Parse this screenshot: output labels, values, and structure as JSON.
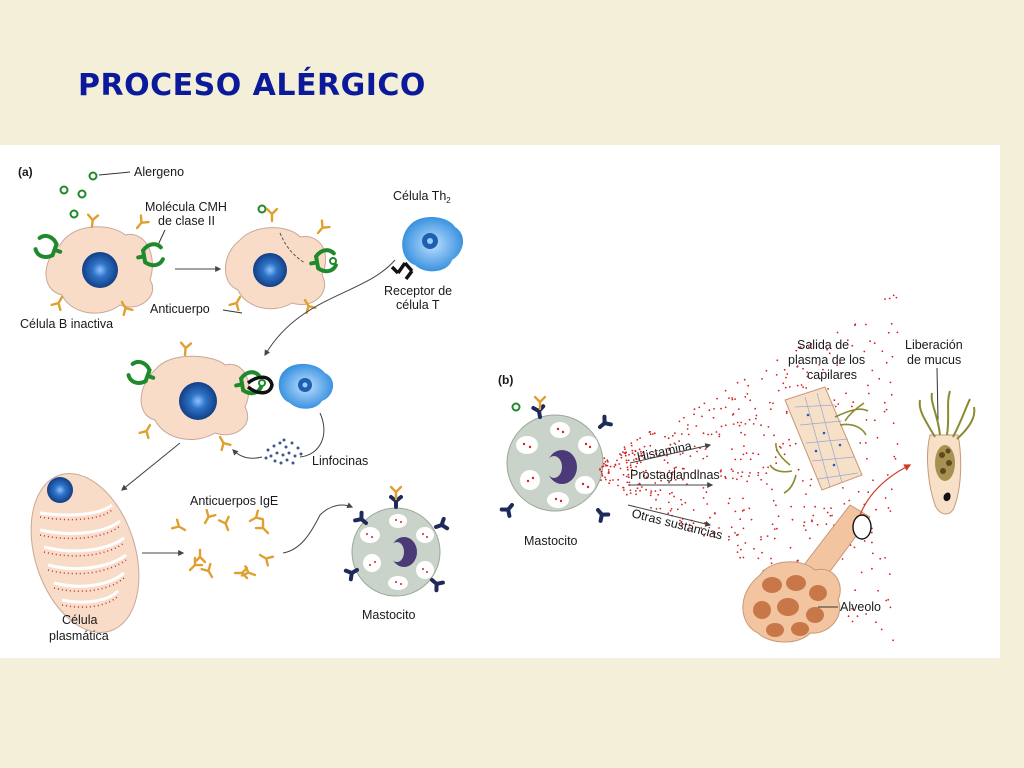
{
  "slide": {
    "title": "PROCESO ALÉRGICO"
  },
  "panel_a": {
    "tag": "(a)",
    "labels": {
      "alergeno": "Alergeno",
      "molecula_l1": "Molécula CMH",
      "molecula_l2": "de clase II",
      "celula_th_base": "Célula Th",
      "celula_th_sub": "2",
      "receptor_l1": "Receptor de",
      "receptor_l2": "célula T",
      "celula_b": "Célula B inactiva",
      "anticuerpo": "Anticuerpo",
      "linfocinas": "Linfocinas",
      "anticuerpos_ige": "Anticuerpos IgE",
      "plasmatica_l1": "Célula",
      "plasmatica_l2": "plasmática",
      "mastocito": "Mastocito"
    }
  },
  "panel_b": {
    "tag": "(b)",
    "labels": {
      "mastocito": "Mastocito",
      "histamina": "Histamina",
      "prostaglandinas": "Prostaglandinas",
      "otras": "Otras sustancias",
      "salida_l1": "Salida de",
      "salida_l2": "plasma de los",
      "salida_l3": "capilares",
      "liberacion_l1": "Liberación",
      "liberacion_l2": "de mucus",
      "alveolo": "Alveolo"
    }
  },
  "colors": {
    "title": "#0b1a9a",
    "background": "#f3efd8",
    "cell_body": "#f8dcc8",
    "nucleus": "#1f5fb0",
    "th_cell": "#4aa0e8",
    "mhc_green": "#1f8a2c",
    "antibody": "#e0a030",
    "mast_cell": "#c9d3c9",
    "granule_red": "#d42020",
    "mast_nucleus": "#4a3a78",
    "receptor_dark": "#1e2a5a"
  },
  "icons": [
    "antibody-icon",
    "mhc-receptor-icon",
    "allergen-icon",
    "arrow-icon"
  ]
}
